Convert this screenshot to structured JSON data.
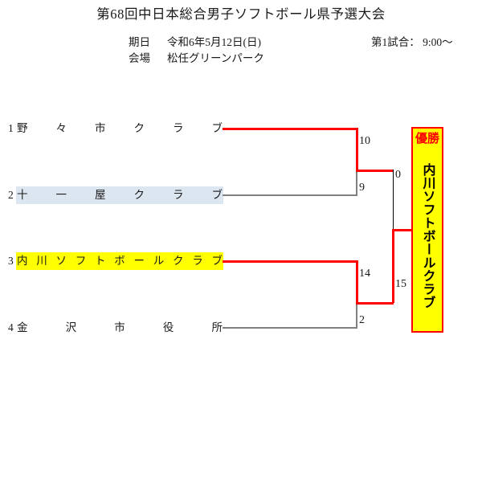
{
  "header": {
    "title": "第68回中日本総合男子ソフトボール県予選大会",
    "date_label": "期日",
    "date_value": "令和6年5月12日(日)",
    "venue_label": "会場",
    "venue_value": "松任グリーンパーク",
    "first_game": "第1試合：  9:00〜"
  },
  "bracket": {
    "seeds": [
      {
        "number": "1",
        "name": "野々市クラブ",
        "highlight": "none"
      },
      {
        "number": "2",
        "name": "十一屋クラブ",
        "highlight": "blue"
      },
      {
        "number": "3",
        "name": "内川ソフトボールクラブ",
        "highlight": "yellow"
      },
      {
        "number": "4",
        "name": "金沢市役所",
        "highlight": "none"
      }
    ],
    "scores": {
      "semi_top_winner": "10",
      "semi_top_loser": "9",
      "semi_bottom_winner": "14",
      "semi_bottom_loser": "2",
      "final_top": "0",
      "final_bottom": "15"
    },
    "colors": {
      "winner_line": "#ff0000",
      "loser_line": "#808080",
      "neutral_line": "#000000",
      "highlight_blue": "#dce6f1",
      "highlight_yellow": "#ffff00"
    }
  },
  "champion": {
    "label": "優勝",
    "name": "内川ソフトボールクラブ"
  }
}
